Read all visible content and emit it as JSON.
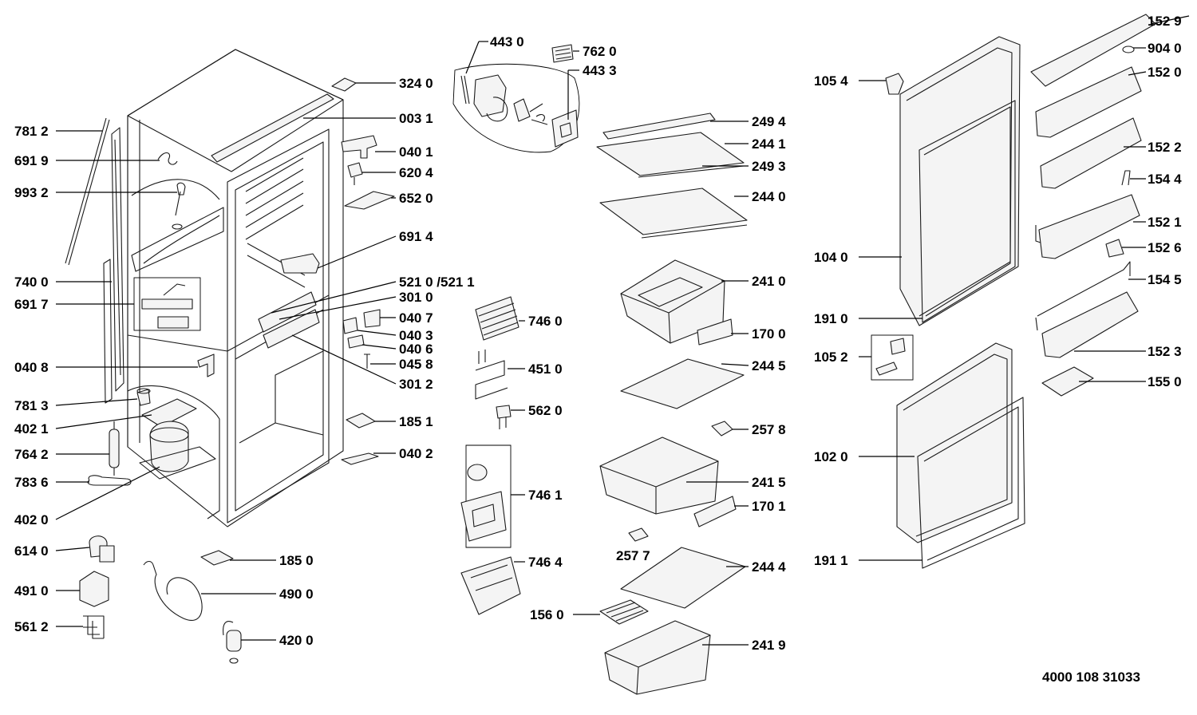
{
  "diagram": {
    "drawing_number": "4000 108 31033",
    "labels": [
      {
        "id": "781-2",
        "text": "781 2"
      },
      {
        "id": "691-9",
        "text": "691 9"
      },
      {
        "id": "993-2",
        "text": "993 2"
      },
      {
        "id": "740-0",
        "text": "740 0"
      },
      {
        "id": "691-7",
        "text": "691 7"
      },
      {
        "id": "040-8",
        "text": "040 8"
      },
      {
        "id": "781-3",
        "text": "781 3"
      },
      {
        "id": "402-1",
        "text": "402 1"
      },
      {
        "id": "764-2",
        "text": "764 2"
      },
      {
        "id": "783-6",
        "text": "783 6"
      },
      {
        "id": "402-0",
        "text": "402 0"
      },
      {
        "id": "614-0",
        "text": "614 0"
      },
      {
        "id": "491-0",
        "text": "491 0"
      },
      {
        "id": "561-2",
        "text": "561 2"
      },
      {
        "id": "324-0",
        "text": "324 0"
      },
      {
        "id": "003-1",
        "text": "003 1"
      },
      {
        "id": "040-1",
        "text": "040 1"
      },
      {
        "id": "620-4",
        "text": "620 4"
      },
      {
        "id": "652-0",
        "text": "652 0"
      },
      {
        "id": "691-4",
        "text": "691 4"
      },
      {
        "id": "521-0",
        "text": "521 0 /521 1"
      },
      {
        "id": "301-0",
        "text": "301 0"
      },
      {
        "id": "040-7",
        "text": "040 7"
      },
      {
        "id": "040-3",
        "text": "040 3"
      },
      {
        "id": "040-6",
        "text": "040 6"
      },
      {
        "id": "045-8",
        "text": "045 8"
      },
      {
        "id": "301-2",
        "text": "301 2"
      },
      {
        "id": "185-1",
        "text": "185 1"
      },
      {
        "id": "040-2",
        "text": "040 2"
      },
      {
        "id": "185-0",
        "text": "185 0"
      },
      {
        "id": "490-0",
        "text": "490 0"
      },
      {
        "id": "420-0",
        "text": "420 0"
      },
      {
        "id": "443-0",
        "text": "443 0"
      },
      {
        "id": "762-0",
        "text": "762 0"
      },
      {
        "id": "443-3",
        "text": "443 3"
      },
      {
        "id": "746-0",
        "text": "746 0"
      },
      {
        "id": "451-0",
        "text": "451 0"
      },
      {
        "id": "562-0",
        "text": "562 0"
      },
      {
        "id": "746-1",
        "text": "746 1"
      },
      {
        "id": "746-4",
        "text": "746 4"
      },
      {
        "id": "156-0",
        "text": "156 0"
      },
      {
        "id": "249-4",
        "text": "249 4"
      },
      {
        "id": "244-1",
        "text": "244 1"
      },
      {
        "id": "249-3",
        "text": "249 3"
      },
      {
        "id": "244-0",
        "text": "244 0"
      },
      {
        "id": "241-0",
        "text": "241 0"
      },
      {
        "id": "170-0",
        "text": "170 0"
      },
      {
        "id": "244-5",
        "text": "244 5"
      },
      {
        "id": "257-8",
        "text": "257 8"
      },
      {
        "id": "241-5",
        "text": "241 5"
      },
      {
        "id": "170-1",
        "text": "170 1"
      },
      {
        "id": "257-7",
        "text": "257 7"
      },
      {
        "id": "244-4",
        "text": "244 4"
      },
      {
        "id": "241-9",
        "text": "241 9"
      },
      {
        "id": "105-4",
        "text": "105 4"
      },
      {
        "id": "104-0",
        "text": "104 0"
      },
      {
        "id": "191-0",
        "text": "191 0"
      },
      {
        "id": "105-2",
        "text": "105 2"
      },
      {
        "id": "102-0",
        "text": "102 0"
      },
      {
        "id": "191-1",
        "text": "191 1"
      },
      {
        "id": "152-9",
        "text": "152 9"
      },
      {
        "id": "904-0",
        "text": "904 0"
      },
      {
        "id": "152-0",
        "text": "152 0"
      },
      {
        "id": "152-2",
        "text": "152 2"
      },
      {
        "id": "154-4",
        "text": "154 4"
      },
      {
        "id": "152-1",
        "text": "152 1"
      },
      {
        "id": "152-6",
        "text": "152 6"
      },
      {
        "id": "154-5",
        "text": "154 5"
      },
      {
        "id": "152-3",
        "text": "152 3"
      },
      {
        "id": "155-0",
        "text": "155 0"
      }
    ]
  }
}
